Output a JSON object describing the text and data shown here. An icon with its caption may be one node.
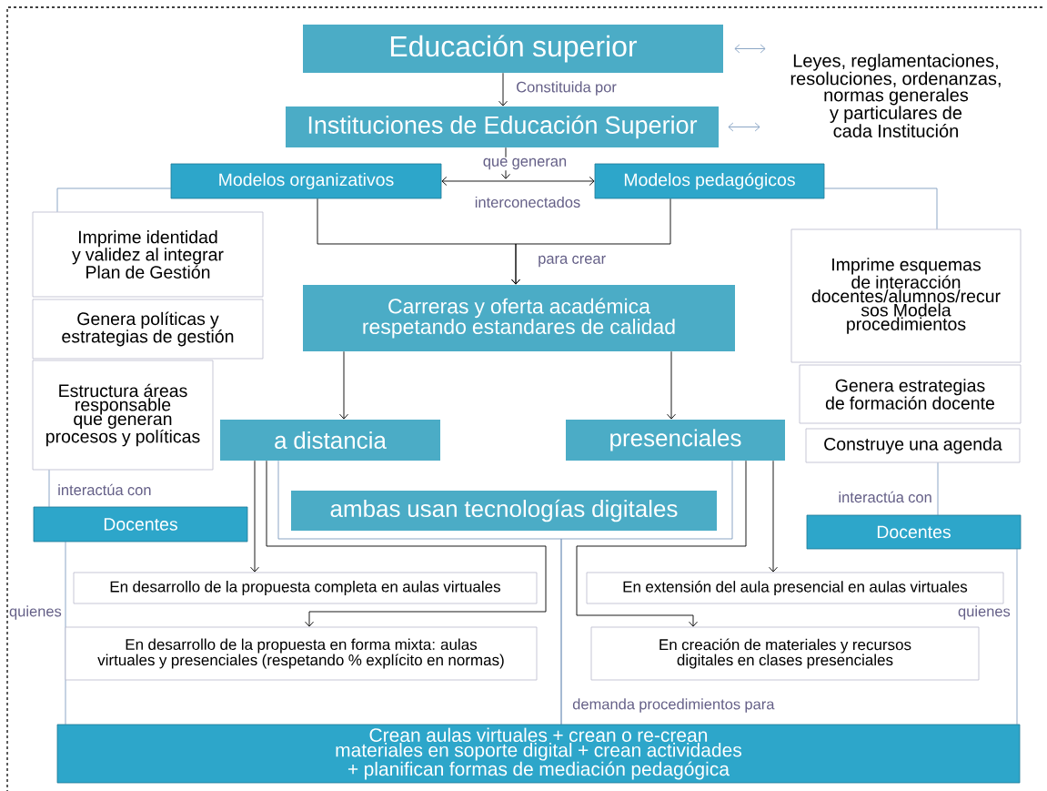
{
  "diagram": {
    "nodes": [
      {
        "text": [
          "Educación superior"
        ]
      },
      {
        "text": [
          "Leyes, reglamentaciones, resoluciones, ordenanzas, normas generales y particulares de cada Institución"
        ]
      },
      {
        "text": [
          "Instituciones de Educación Superior"
        ]
      },
      {
        "text": [
          "Modelos organizativos"
        ]
      },
      {
        "text": [
          "Modelos pedagógicos"
        ]
      },
      {
        "text": [
          "Imprime identidad y validez al integrar Plan de Gestión"
        ]
      },
      {
        "text": [
          "Genera políticas y estrategias de gestión"
        ]
      },
      {
        "text": [
          "Estructura áreas responsable que generan procesos y políticas"
        ]
      },
      {
        "text": [
          "Carreras y oferta académica respetando estandares de calidad"
        ]
      },
      {
        "text": [
          "Imprime esquemas de interacción docentes/alumnos/recur sos Modela procedimientos"
        ]
      },
      {
        "text": [
          "Genera estrategias de formación docente"
        ]
      },
      {
        "text": [
          "Construye una agenda"
        ]
      },
      {
        "text": [
          "a distancia"
        ]
      },
      {
        "text": [
          "presenciales"
        ]
      },
      {
        "text": [
          "Docentes"
        ]
      },
      {
        "text": [
          "ambas usan tecnologías digitales"
        ]
      },
      {
        "text": [
          "Docentes"
        ]
      },
      {
        "text": [
          "En desarrollo de la propuesta completa en aulas virtuales"
        ]
      },
      {
        "text": [
          "En extensión del aula presencial en aulas virtuales"
        ]
      },
      {
        "text": [
          "En desarrollo de la propuesta en forma mixta: aulas virtuales y presenciales (respetando % explícito en normas)"
        ]
      },
      {
        "text": [
          "En creación de materiales y recursos digitales en clases presenciales"
        ]
      },
      {
        "text": [
          "Crean aulas virtuales + crean o re-crean materiales en soporte digital + crean actividades + planifican formas de mediación pedagógica"
        ]
      }
    ],
    "edges": [
      {
        "from": 0,
        "to": 2,
        "arrow": "to",
        "label": "Constituida por"
      },
      {
        "from": 0,
        "to": 1,
        "arrow": "both",
        "color": "#7f9cc0"
      },
      {
        "from": 2,
        "to": 1,
        "arrow": "both",
        "color": "#7f9cc0"
      },
      {
        "from": 2,
        "to": null,
        "arrow": "to",
        "label": "que generan"
      },
      {
        "from": 3,
        "to": 4,
        "arrow": "both",
        "label": "interconectados"
      },
      {
        "from": 3,
        "to": 5,
        "arrow": "none",
        "color": "#7f9cc0"
      },
      {
        "from": 4,
        "to": 9,
        "arrow": "none",
        "color": "#7f9cc0"
      },
      {
        "from": 3,
        "to": 8,
        "arrow": "to",
        "label": "para crear"
      },
      {
        "from": 4,
        "to": 8,
        "arrow": "to"
      },
      {
        "from": 8,
        "to": 12,
        "arrow": "to"
      },
      {
        "from": 8,
        "to": 13,
        "arrow": "to"
      },
      {
        "from": 7,
        "to": 14,
        "arrow": "none",
        "label": "interactúa con",
        "color": "#7f9cc0"
      },
      {
        "from": 11,
        "to": 16,
        "arrow": "none",
        "label": "interactúa con",
        "color": "#7f9cc0"
      },
      {
        "from": 14,
        "to": 21,
        "arrow": "none",
        "label": "quienes",
        "color": "#7f9cc0"
      },
      {
        "from": 16,
        "to": 21,
        "arrow": "none",
        "label": "quienes",
        "color": "#7f9cc0"
      },
      {
        "from": 12,
        "to": 17,
        "arrow": "to"
      },
      {
        "from": 12,
        "to": 19,
        "arrow": "to"
      },
      {
        "from": 13,
        "to": 18,
        "arrow": "to"
      },
      {
        "from": 13,
        "to": 20,
        "arrow": "to"
      },
      {
        "from": 12,
        "to": 21,
        "arrow": "none",
        "color": "#7f9cc0"
      },
      {
        "from": 13,
        "to": 21,
        "arrow": "none",
        "label": "demanda procedimientos para",
        "color": "#7f9cc0"
      }
    ]
  }
}
